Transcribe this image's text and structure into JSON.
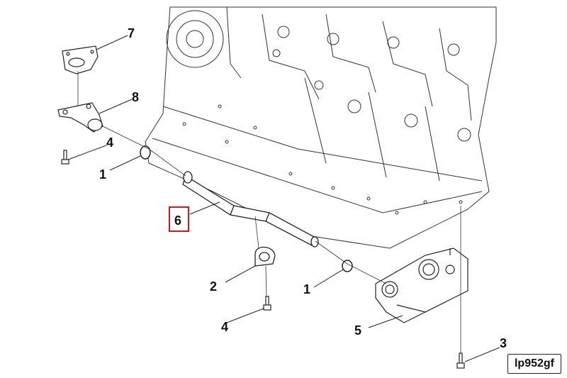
{
  "diagram": {
    "reference_code": "lp952gf",
    "callouts": [
      "7",
      "8",
      "4",
      "1",
      "6",
      "2",
      "1",
      "4",
      "5",
      "3"
    ],
    "highlight_color": "#d9141b",
    "line_color": "#222222"
  }
}
